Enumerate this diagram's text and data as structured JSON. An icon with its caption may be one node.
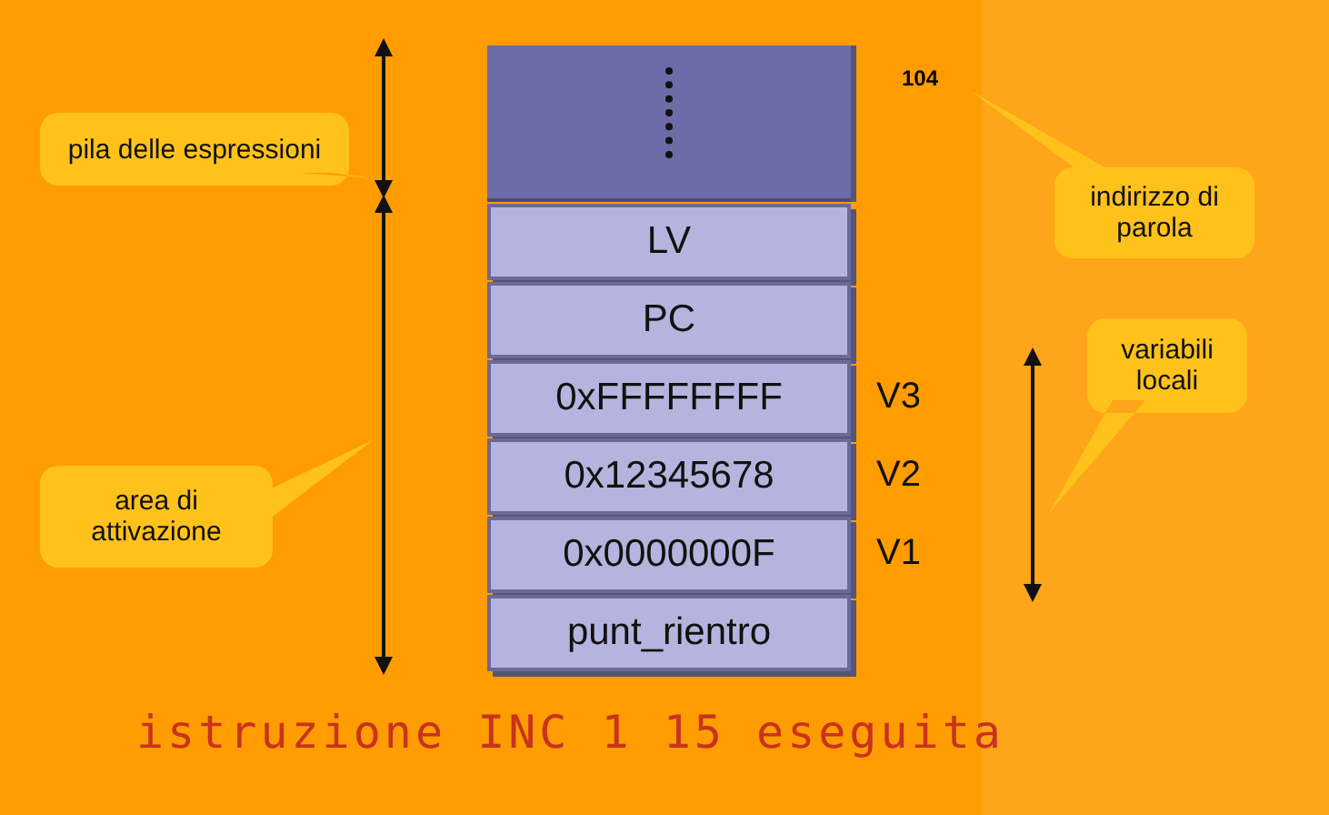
{
  "diagram": {
    "caption": "istruzione INC 1 15 eseguita",
    "nodes": [
      {
        "text": [],
        "shape": "box"
      },
      {
        "text": [
          "104"
        ]
      },
      {
        "text": [
          "LV"
        ]
      },
      {
        "text": [
          "PC"
        ]
      },
      {
        "text": [
          "0xFFFFFFFF"
        ],
        "beside": [
          "V3"
        ]
      },
      {
        "text": [
          "0x12345678"
        ],
        "beside": [
          "V2"
        ]
      },
      {
        "text": [
          "0x0000000F"
        ],
        "beside": [
          "V1"
        ]
      },
      {
        "text": [
          "punt_rientro"
        ]
      },
      {
        "text": [
          "pila delle espressioni"
        ]
      },
      {
        "text": [
          "area di attivazione"
        ]
      },
      {
        "text": [
          "indirizzo di parola"
        ]
      },
      {
        "text": [
          "variabili locali"
        ]
      }
    ]
  }
}
